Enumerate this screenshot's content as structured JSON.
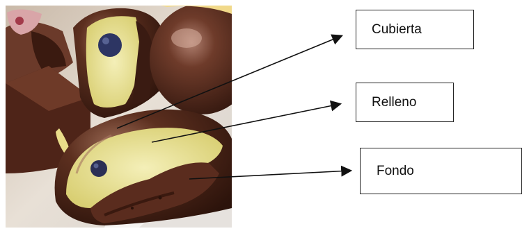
{
  "labels": {
    "cubierta": "Cubierta",
    "relleno": "Relleno",
    "fondo": "Fondo"
  },
  "colors": {
    "chocolate_dark": "#3b1e14",
    "chocolate_mid": "#5a2f20",
    "chocolate_highlight": "#8a5a45",
    "filling_cream": "#e9e29a",
    "blueberry": "#2a2f5a",
    "plate_white": "#f3f1ef",
    "arrow": "#111111",
    "box_border": "#222222"
  }
}
